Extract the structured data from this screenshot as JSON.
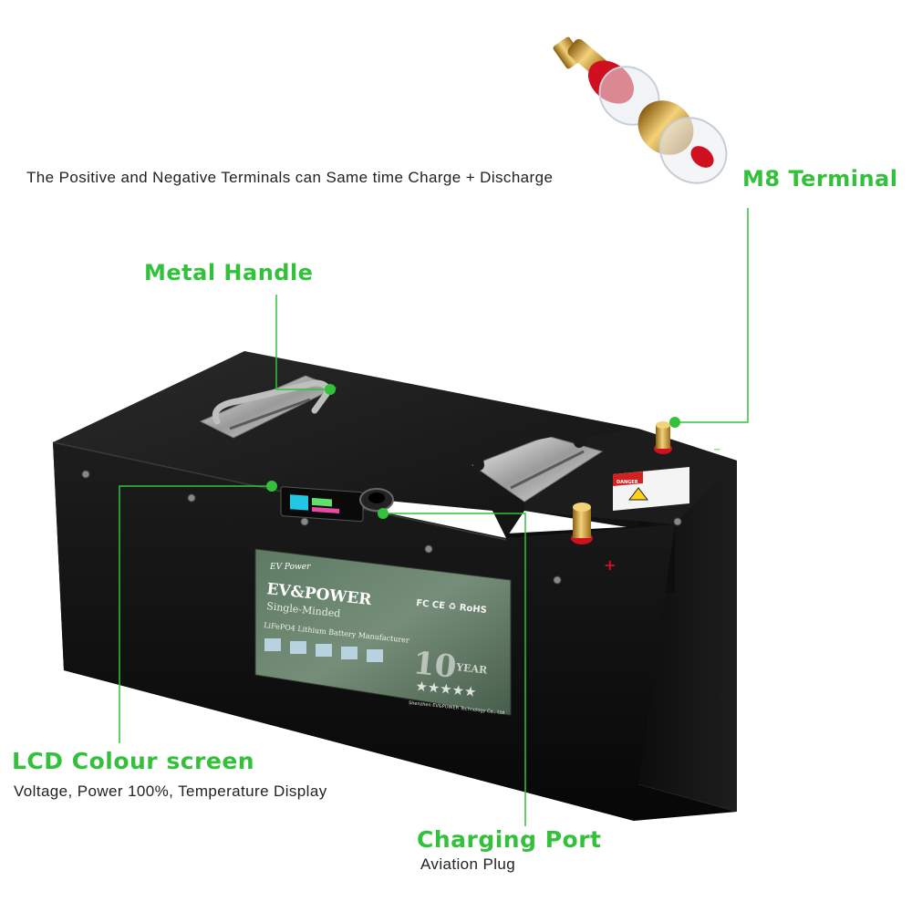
{
  "header_note": "The Positive and Negative Terminals can Same time Charge + Discharge",
  "callouts": {
    "m8_terminal": "M8 Terminal",
    "metal_handle": "Metal Handle",
    "lcd_screen": "LCD Colour screen",
    "lcd_screen_note": "Voltage, Power 100%, Temperature Display",
    "charging_port": "Charging Port",
    "charging_port_note": "Aviation Plug"
  },
  "label_panel": {
    "logo_text": "EV Power",
    "brand": "EV&POWER",
    "slogan": "Single-Minded",
    "certifications": "FC CE ♻ RoHS",
    "description": "LiFePO4 Lithium Battery Manufacturer",
    "badge": "10",
    "badge_suffix": "YEAR",
    "stars": "★★★★★",
    "company": "Shenzhen EV&POWER Technology Co., Ltd"
  },
  "terminal_signs": {
    "positive": "+",
    "negative": "−"
  },
  "warning_label": "DANGER",
  "colors": {
    "callout_green": "#33c13b",
    "battery_body": "#141414",
    "terminal_red": "#d01020",
    "brass": "#c99a2e"
  }
}
